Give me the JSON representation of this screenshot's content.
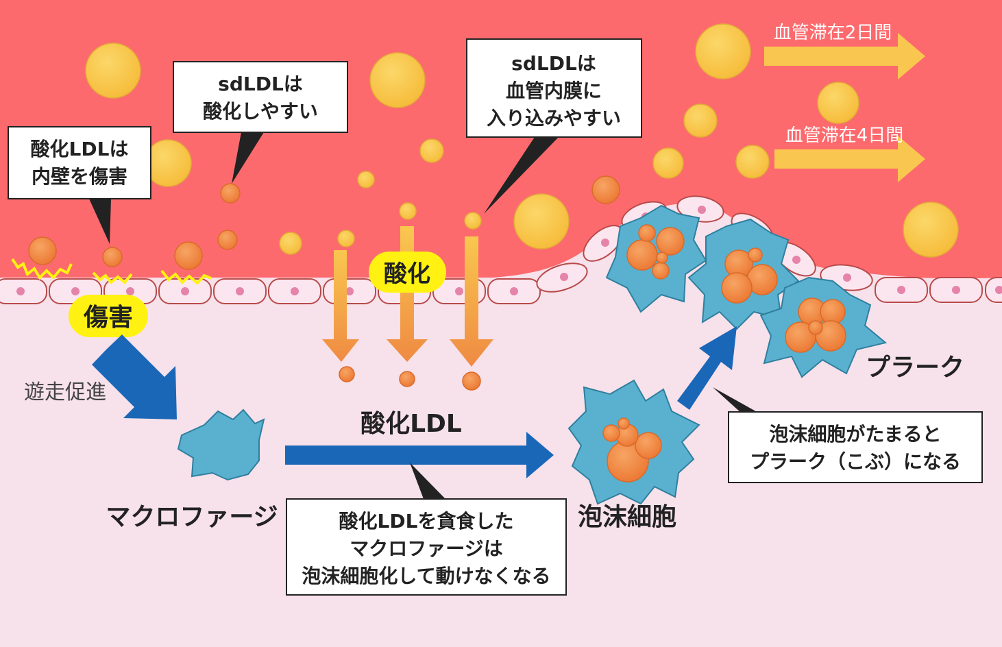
{
  "callouts": {
    "oxidized_ldl_damage": [
      "酸化LDLは",
      "内壁を傷害"
    ],
    "sdldl_oxidize": [
      "sdLDLは",
      "酸化しやすい"
    ],
    "sdldl_intima": [
      "sdLDLは",
      "血管内膜に",
      "入り込みやすい"
    ],
    "macrophage_phagocytose": [
      "酸化LDLを貪食した",
      "マクロファージは",
      "泡沫細胞化して動けなくなる"
    ],
    "foam_cell_plaque": [
      "泡沫細胞がたまると",
      "プラーク（こぶ）になる"
    ]
  },
  "badges": {
    "damage": "傷害",
    "oxidation": "酸化"
  },
  "labels": {
    "migration": "遊走促進",
    "macrophage": "マクロファージ",
    "oxidized_ldl": "酸化LDL",
    "foam_cell": "泡沫細胞",
    "plaque": "プラーク"
  },
  "retention_arrows": {
    "two_days": "血管滞在2日間",
    "four_days": "血管滞在4日間"
  },
  "colors": {
    "vessel_lumen": "#fd6a6d",
    "tissue": "#f7e1ea",
    "ldl_yellow": "#f9c74f",
    "oxidized_ldl": "#f0914a",
    "macrophage": "#59b1cf",
    "flow_arrow": "#1a67b8",
    "badge": "#fff212",
    "cell_nucleus": "#e583a8"
  }
}
